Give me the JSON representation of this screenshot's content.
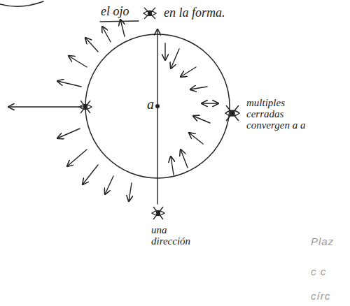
{
  "diagram": {
    "nodes": [
      {
        "text": [
          "a"
        ]
      }
    ],
    "labels": [
      "el ojo",
      "en la forma.",
      "multiples cerradas convergen a a",
      "una dirección",
      "Plaz",
      "c c",
      "círc"
    ]
  }
}
